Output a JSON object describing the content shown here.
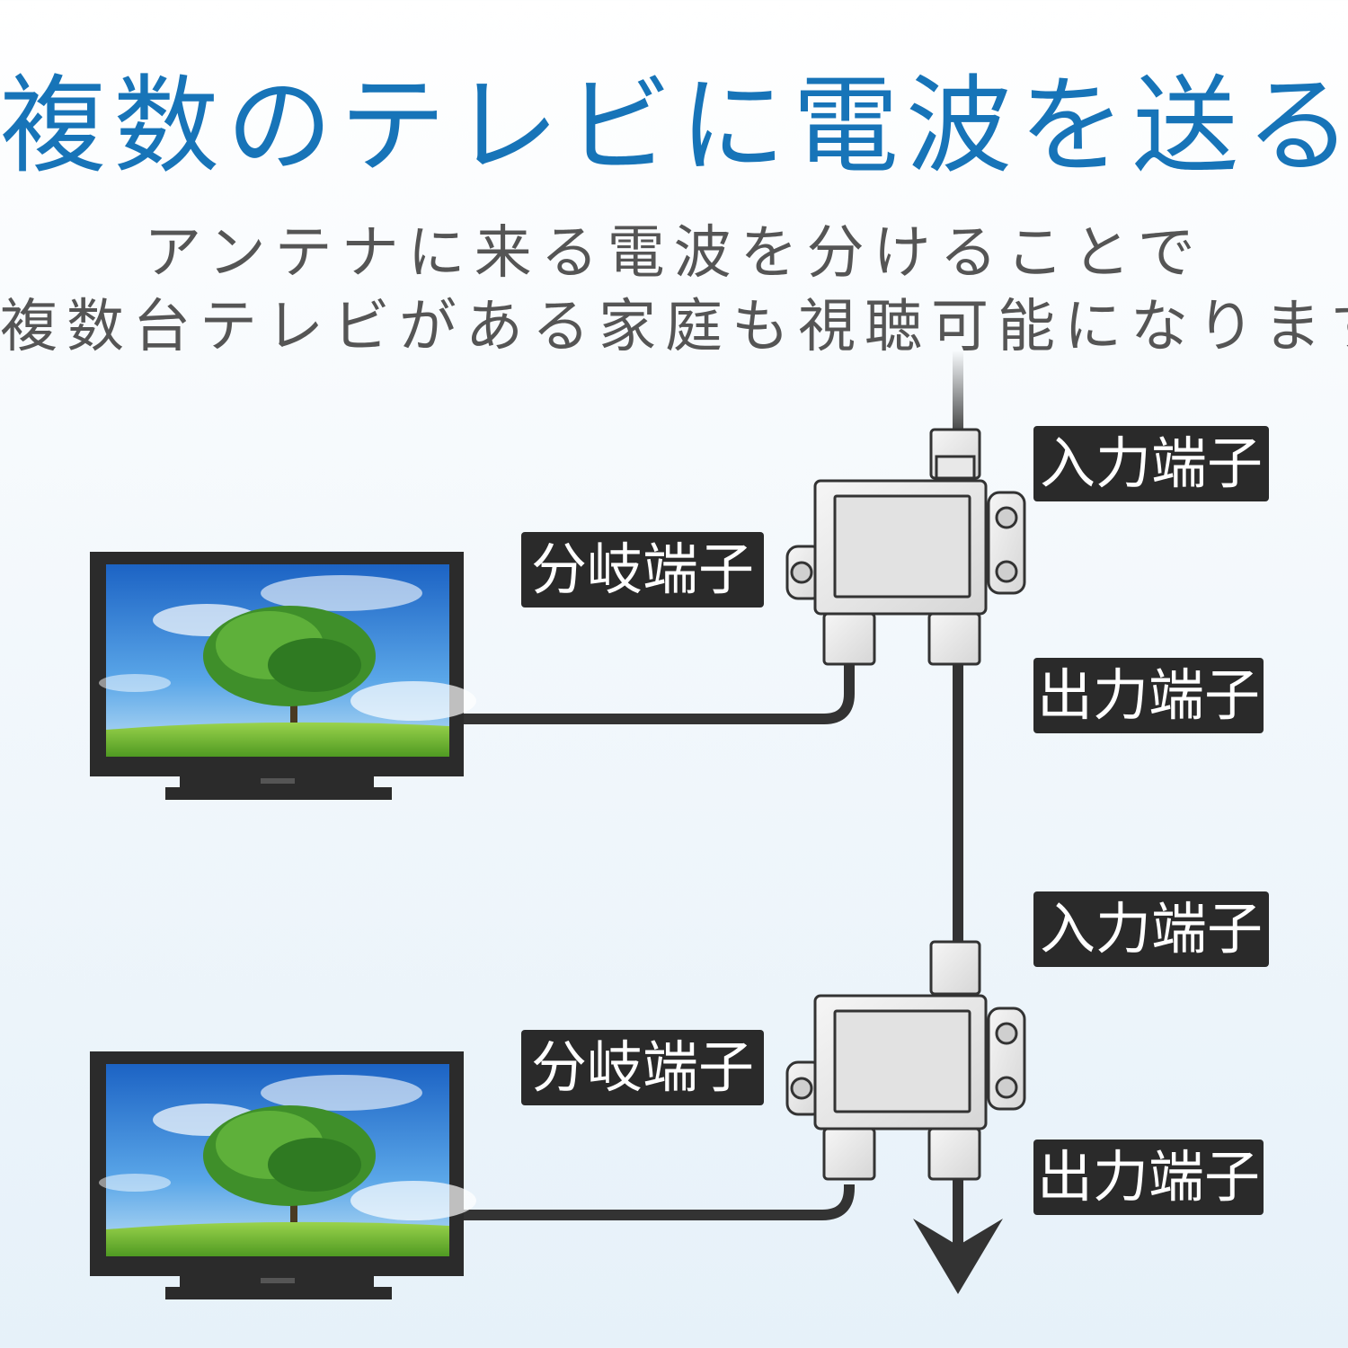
{
  "title": "複数のテレビに電波を送る",
  "subtitle_lines": [
    "アンテナに来る電波を分けることで",
    "複数台テレビがある家庭も視聴可能になります"
  ],
  "labels": {
    "input_terminal": "入力端子",
    "output_terminal": "出力端子",
    "branch_terminal": "分岐端子"
  },
  "colors": {
    "title": "#1774b8",
    "label_bg": "#2a2a2a",
    "cable": "#333333"
  },
  "icons": [
    "tv-icon",
    "splitter-icon",
    "arrow-down-icon"
  ]
}
